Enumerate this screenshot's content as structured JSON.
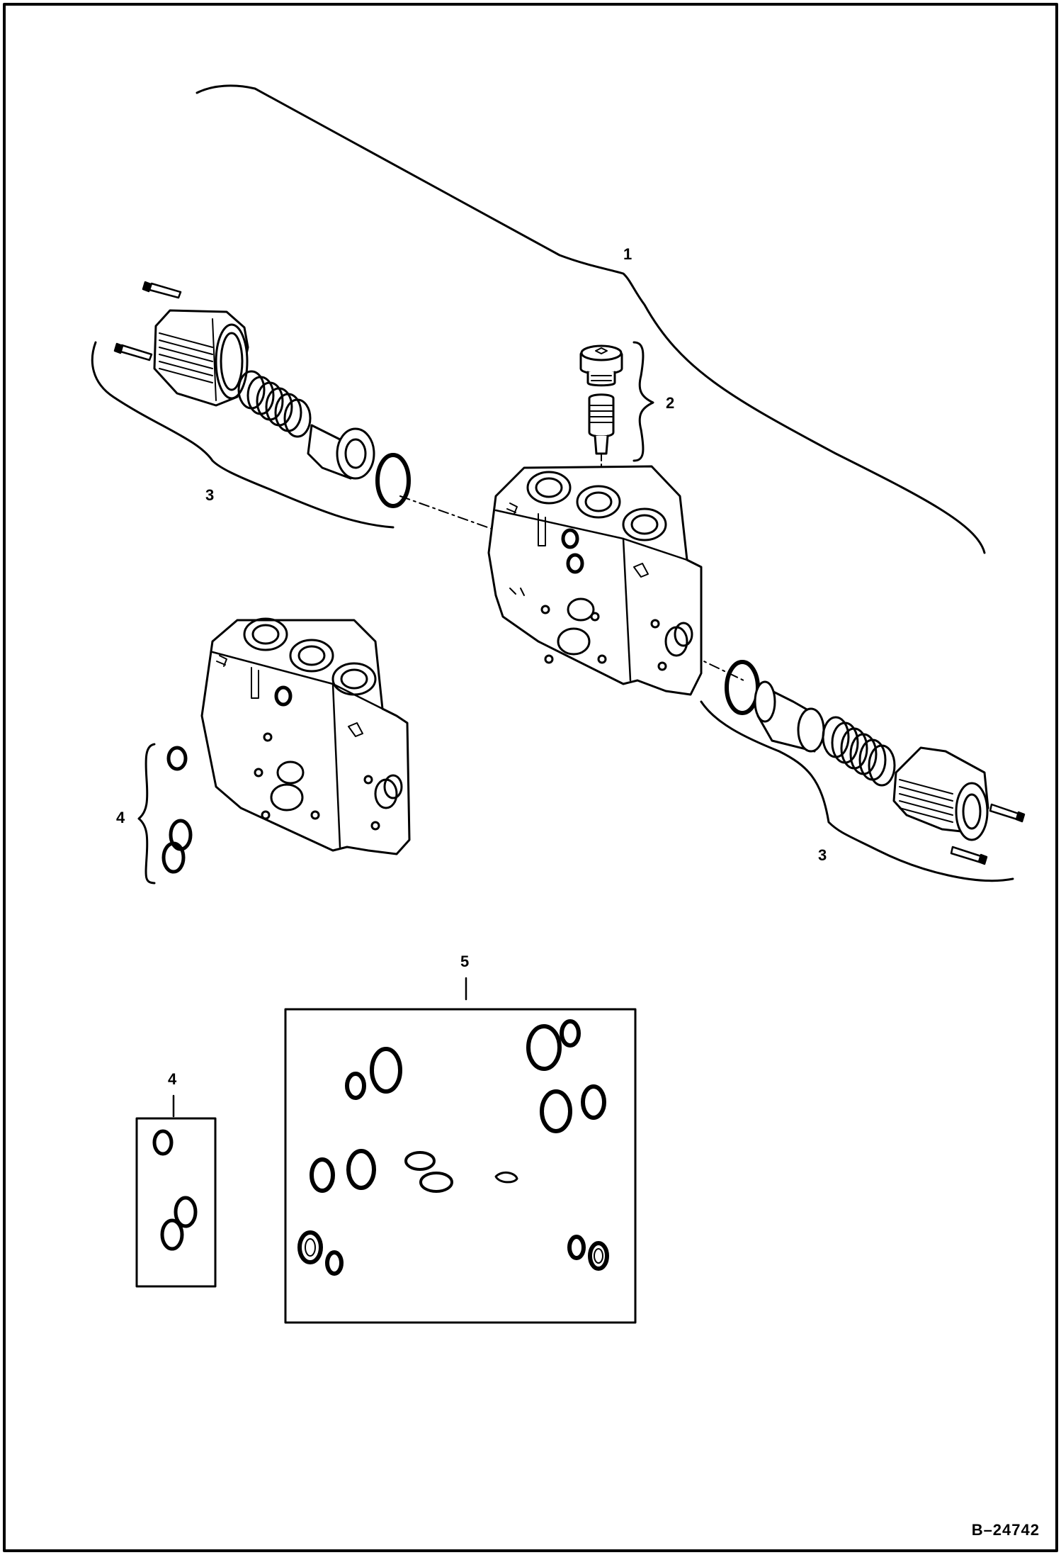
{
  "callouts": {
    "item_1": "1",
    "item_2": "2",
    "item_3_left": "3",
    "item_3_right": "3",
    "item_4_left": "4",
    "item_4_box": "4",
    "item_5": "5"
  },
  "drawing_id": "B–24742",
  "colors": {
    "line": "#000000",
    "background": "#ffffff"
  }
}
